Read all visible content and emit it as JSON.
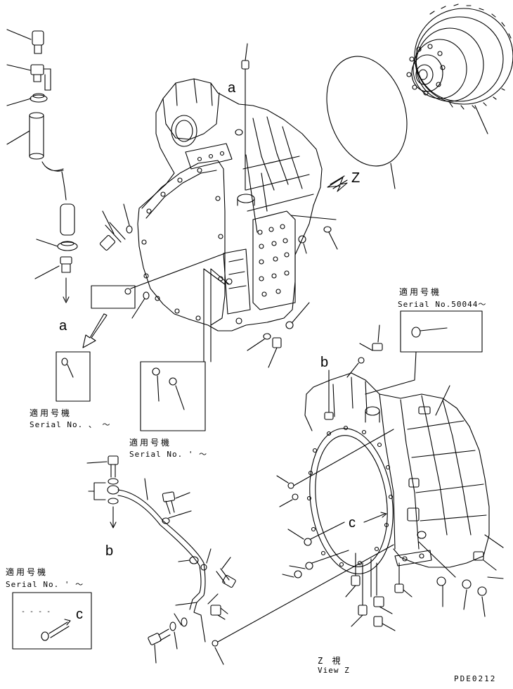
{
  "callouts": {
    "a_top": "a",
    "a_left": "a",
    "b_top": "b",
    "b_bottom": "b",
    "c_mid": "c",
    "c_box": "c",
    "z_arrow": "Z"
  },
  "serial_boxes": [
    {
      "jp": "適用号機",
      "serial": "Serial No. 、 〜"
    },
    {
      "jp": "適用号機",
      "serial": "Serial No. ' 〜"
    },
    {
      "jp": "適用号機",
      "serial": "Serial No.50044〜"
    },
    {
      "jp": "適用号機",
      "serial": "Serial No. ' 〜"
    }
  ],
  "view": {
    "jp": "Z 視",
    "en": "View Z"
  },
  "drawing_code": "PDE0212",
  "footer_marks": "- -   - -"
}
